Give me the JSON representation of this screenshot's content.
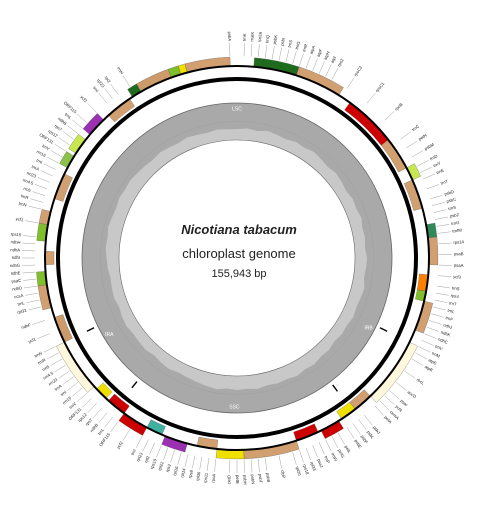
{
  "diagram": {
    "species": "Nicotiana tabacum",
    "subtitle": "chloroplast genome",
    "size": "155,943 bp",
    "region_labels": [
      {
        "text": "LSC",
        "angle": 0
      },
      {
        "text": "IRB",
        "angle": 118
      },
      {
        "text": "SSC",
        "angle": 181
      },
      {
        "text": "IRA",
        "angle": 239
      }
    ],
    "colors": {
      "photosystem_i": "#7fbf2a",
      "photosystem_ii": "#1e6b1e",
      "cytochrome": "#8bc34a",
      "atp_synthase": "#c8e650",
      "nadh": "#f0e000",
      "rubisco": "#2e8b57",
      "rna_polymerase": "#cc0000",
      "ribosomal_ssu": "#e8c99a",
      "ribosomal_lsu": "#cd9b6a",
      "clpP_matK": "#ff7f00",
      "other": "#3cb371",
      "hypothetical": "#8fbc8f",
      "trna": "#4a4a4a",
      "rrna": "#c00000",
      "intergenic": "#d2a070",
      "irs": "#fff8dc",
      "purple": "#9b30b0",
      "teal": "#40b0a0",
      "gc_dark": "#808080",
      "gc_light": "#c8c8c8"
    },
    "gene_blocks": [
      {
        "start": -30,
        "end": -20,
        "color": "#cd9b6a",
        "dir": "out"
      },
      {
        "start": -20,
        "end": -17,
        "color": "#7fbf2a",
        "dir": "out"
      },
      {
        "start": -17,
        "end": -15,
        "color": "#f0e000",
        "dir": "out"
      },
      {
        "start": -15,
        "end": -2,
        "color": "#d2a070",
        "dir": "out"
      },
      {
        "start": 5,
        "end": 18,
        "color": "#1e6b1e",
        "dir": "out"
      },
      {
        "start": 18,
        "end": 32,
        "color": "#d2a070",
        "dir": "out"
      },
      {
        "start": 36,
        "end": 52,
        "color": "#cc0000",
        "dir": "in"
      },
      {
        "start": 52,
        "end": 62,
        "color": "#d2a070",
        "dir": "in"
      },
      {
        "start": 62,
        "end": 66,
        "color": "#c8e650",
        "dir": "out"
      },
      {
        "start": 66,
        "end": 75,
        "color": "#d2a070",
        "dir": "in"
      },
      {
        "start": 80,
        "end": 84,
        "color": "#2e8b57",
        "dir": "out"
      },
      {
        "start": 84,
        "end": 92,
        "color": "#d2a070",
        "dir": "out"
      },
      {
        "start": 95,
        "end": 100,
        "color": "#ff7f00",
        "dir": "in"
      },
      {
        "start": 100,
        "end": 103,
        "color": "#7fbf2a",
        "dir": "in"
      },
      {
        "start": 103,
        "end": 112,
        "color": "#d2a070",
        "dir": "out"
      },
      {
        "start": 116,
        "end": 136,
        "color": "#fff8dc",
        "dir": "out"
      },
      {
        "start": 136,
        "end": 142,
        "color": "#d2a070",
        "dir": "in"
      },
      {
        "start": 142,
        "end": 147,
        "color": "#f0e000",
        "dir": "in"
      },
      {
        "start": 148,
        "end": 154,
        "color": "#cc0000",
        "dir": "out"
      },
      {
        "start": 155,
        "end": 162,
        "color": "#cc0000",
        "dir": "in"
      },
      {
        "start": 162,
        "end": 178,
        "color": "#d2a070",
        "dir": "out"
      },
      {
        "start": 178,
        "end": 186,
        "color": "#f0e000",
        "dir": "out"
      },
      {
        "start": 186,
        "end": 192,
        "color": "#d2a070",
        "dir": "in"
      },
      {
        "start": 195,
        "end": 202,
        "color": "#9b30b0",
        "dir": "out"
      },
      {
        "start": 203,
        "end": 208,
        "color": "#40b0a0",
        "dir": "in"
      },
      {
        "start": 208,
        "end": 216,
        "color": "#cc0000",
        "dir": "out"
      },
      {
        "start": 216,
        "end": 222,
        "color": "#cc0000",
        "dir": "in"
      },
      {
        "start": 223,
        "end": 227,
        "color": "#f0e000",
        "dir": "in"
      },
      {
        "start": 228,
        "end": 244,
        "color": "#fff8dc",
        "dir": "out"
      },
      {
        "start": 244,
        "end": 252,
        "color": "#cd9b6a",
        "dir": "in"
      },
      {
        "start": 255,
        "end": 262,
        "color": "#d2a070",
        "dir": "out"
      },
      {
        "start": 262,
        "end": 266,
        "color": "#7fbf2a",
        "dir": "out"
      },
      {
        "start": 268,
        "end": 272,
        "color": "#d2a070",
        "dir": "in"
      },
      {
        "start": 275,
        "end": 280,
        "color": "#7fbf2a",
        "dir": "out"
      },
      {
        "start": 280,
        "end": 284,
        "color": "#d2a070",
        "dir": "out"
      },
      {
        "start": 288,
        "end": 296,
        "color": "#d2a070",
        "dir": "in"
      },
      {
        "start": 298,
        "end": 302,
        "color": "#8bc34a",
        "dir": "out"
      },
      {
        "start": 303,
        "end": 308,
        "color": "#c8e650",
        "dir": "out"
      },
      {
        "start": 310,
        "end": 316,
        "color": "#9b30b0",
        "dir": "out"
      },
      {
        "start": 318,
        "end": 326,
        "color": "#d2a070",
        "dir": "in"
      },
      {
        "start": 327,
        "end": 330,
        "color": "#1e6b1e",
        "dir": "out"
      }
    ],
    "gene_labels": [
      {
        "text": "psbA",
        "angle": -2
      },
      {
        "text": "trnK",
        "angle": 2
      },
      {
        "text": "matK",
        "angle": 4
      },
      {
        "text": "rps16",
        "angle": 6
      },
      {
        "text": "trnQ",
        "angle": 8
      },
      {
        "text": "psbK",
        "angle": 10
      },
      {
        "text": "psbI",
        "angle": 12
      },
      {
        "text": "trnS",
        "angle": 14
      },
      {
        "text": "trnG",
        "angle": 16
      },
      {
        "text": "trnR",
        "angle": 18
      },
      {
        "text": "atpA",
        "angle": 20
      },
      {
        "text": "atpF",
        "angle": 22
      },
      {
        "text": "atpH",
        "angle": 24
      },
      {
        "text": "atpI",
        "angle": 26
      },
      {
        "text": "rps2",
        "angle": 28
      },
      {
        "text": "rpoC2",
        "angle": 33
      },
      {
        "text": "rpoC1",
        "angle": 40
      },
      {
        "text": "rpoB",
        "angle": 47
      },
      {
        "text": "trnC",
        "angle": 54
      },
      {
        "text": "petN",
        "angle": 57
      },
      {
        "text": "psbM",
        "angle": 60
      },
      {
        "text": "trnD",
        "angle": 63
      },
      {
        "text": "trnY",
        "angle": 65
      },
      {
        "text": "trnE",
        "angle": 67
      },
      {
        "text": "trnT",
        "angle": 70
      },
      {
        "text": "psbD",
        "angle": 73
      },
      {
        "text": "psbC",
        "angle": 75
      },
      {
        "text": "trnS",
        "angle": 77
      },
      {
        "text": "psbZ",
        "angle": 79
      },
      {
        "text": "trnG",
        "angle": 81
      },
      {
        "text": "trnfM",
        "angle": 83
      },
      {
        "text": "rps14",
        "angle": 86
      },
      {
        "text": "psaB",
        "angle": 89
      },
      {
        "text": "psaA",
        "angle": 92
      },
      {
        "text": "ycf3",
        "angle": 95
      },
      {
        "text": "trnS",
        "angle": 98
      },
      {
        "text": "rps4",
        "angle": 100
      },
      {
        "text": "trnT",
        "angle": 102
      },
      {
        "text": "trnL",
        "angle": 104
      },
      {
        "text": "trnF",
        "angle": 106
      },
      {
        "text": "ndhJ",
        "angle": 108
      },
      {
        "text": "ndhK",
        "angle": 110
      },
      {
        "text": "ndhC",
        "angle": 112
      },
      {
        "text": "trnV",
        "angle": 114
      },
      {
        "text": "trnM",
        "angle": 116
      },
      {
        "text": "atpE",
        "angle": 118
      },
      {
        "text": "atpB",
        "angle": 120
      },
      {
        "text": "rbcL",
        "angle": 124
      },
      {
        "text": "accD",
        "angle": 128
      },
      {
        "text": "psaI",
        "angle": 131
      },
      {
        "text": "ycf4",
        "angle": 133
      },
      {
        "text": "cemA",
        "angle": 135
      },
      {
        "text": "petA",
        "angle": 137
      },
      {
        "text": "psbJ",
        "angle": 141
      },
      {
        "text": "psbL",
        "angle": 143
      },
      {
        "text": "psbF",
        "angle": 145
      },
      {
        "text": "psbE",
        "angle": 147
      },
      {
        "text": "petL",
        "angle": 150
      },
      {
        "text": "petG",
        "angle": 152
      },
      {
        "text": "trnW",
        "angle": 154
      },
      {
        "text": "trnP",
        "angle": 156
      },
      {
        "text": "psaJ",
        "angle": 158
      },
      {
        "text": "rpl33",
        "angle": 160
      },
      {
        "text": "rps18",
        "angle": 162
      },
      {
        "text": "rpl20",
        "angle": 164
      },
      {
        "text": "clpP",
        "angle": 168
      },
      {
        "text": "psbB",
        "angle": 172
      },
      {
        "text": "psbT",
        "angle": 174
      },
      {
        "text": "psbN",
        "angle": 176
      },
      {
        "text": "psbH",
        "angle": 178
      },
      {
        "text": "petB",
        "angle": 180
      },
      {
        "text": "petD",
        "angle": 182
      },
      {
        "text": "rpoA",
        "angle": 186
      },
      {
        "text": "rps11",
        "angle": 188
      },
      {
        "text": "rpl36",
        "angle": 190
      },
      {
        "text": "rps8",
        "angle": 192
      },
      {
        "text": "rpl14",
        "angle": 194
      },
      {
        "text": "rpl16",
        "angle": 196
      },
      {
        "text": "rps3",
        "angle": 198
      },
      {
        "text": "rpl22",
        "angle": 200
      },
      {
        "text": "rps19",
        "angle": 202
      },
      {
        "text": "rpl2",
        "angle": 204
      },
      {
        "text": "rpl23",
        "angle": 206
      },
      {
        "text": "trnI",
        "angle": 208
      },
      {
        "text": "ycf2",
        "angle": 212
      },
      {
        "text": "ORF115",
        "angle": 216
      },
      {
        "text": "trnL",
        "angle": 218
      },
      {
        "text": "ndhB",
        "angle": 220
      },
      {
        "text": "rps7",
        "angle": 222
      },
      {
        "text": "rps12",
        "angle": 224
      },
      {
        "text": "ORF131",
        "angle": 226
      },
      {
        "text": "trnV",
        "angle": 228
      },
      {
        "text": "rrn16",
        "angle": 230
      },
      {
        "text": "trnI",
        "angle": 232
      },
      {
        "text": "trnA",
        "angle": 234
      },
      {
        "text": "rrn23",
        "angle": 236
      },
      {
        "text": "rrn4.5",
        "angle": 238
      },
      {
        "text": "rrn5",
        "angle": 240
      },
      {
        "text": "trnR",
        "angle": 242
      },
      {
        "text": "trnN",
        "angle": 244
      },
      {
        "text": "ycf1",
        "angle": 248
      },
      {
        "text": "ndhF",
        "angle": 252
      },
      {
        "text": "rpl32",
        "angle": 256
      },
      {
        "text": "trnL",
        "angle": 258
      },
      {
        "text": "ccsA",
        "angle": 260
      },
      {
        "text": "ndhD",
        "angle": 262
      },
      {
        "text": "psaC",
        "angle": 264
      },
      {
        "text": "ndhE",
        "angle": 266
      },
      {
        "text": "ndhG",
        "angle": 268
      },
      {
        "text": "ndhI",
        "angle": 270
      },
      {
        "text": "ndhA",
        "angle": 272
      },
      {
        "text": "ndhH",
        "angle": 274
      },
      {
        "text": "rps15",
        "angle": 276
      },
      {
        "text": "ycf1",
        "angle": 280
      },
      {
        "text": "trnN",
        "angle": 284
      },
      {
        "text": "trnR",
        "angle": 286
      },
      {
        "text": "rrn5",
        "angle": 288
      },
      {
        "text": "rrn4.5",
        "angle": 290
      },
      {
        "text": "rrn23",
        "angle": 292
      },
      {
        "text": "trnA",
        "angle": 294
      },
      {
        "text": "trnI",
        "angle": 296
      },
      {
        "text": "rrn16",
        "angle": 298
      },
      {
        "text": "trnV",
        "angle": 300
      },
      {
        "text": "ORF131",
        "angle": 302
      },
      {
        "text": "rps12",
        "angle": 304
      },
      {
        "text": "rps7",
        "angle": 306
      },
      {
        "text": "ndhB",
        "angle": 308
      },
      {
        "text": "trnL",
        "angle": 310
      },
      {
        "text": "ORF115",
        "angle": 312
      },
      {
        "text": "ycf2",
        "angle": 316
      },
      {
        "text": "trnI",
        "angle": 320
      },
      {
        "text": "rpl23",
        "angle": 322
      },
      {
        "text": "rpl2",
        "angle": 324
      },
      {
        "text": "trnH",
        "angle": 328
      }
    ],
    "gc_profile": [
      0.42,
      0.46,
      0.41,
      0.49,
      0.44,
      0.4,
      0.47,
      0.43,
      0.5,
      0.45,
      0.41,
      0.48,
      0.44,
      0.39,
      0.46,
      0.43,
      0.49,
      0.42,
      0.45,
      0.4,
      0.47,
      0.44,
      0.41,
      0.5,
      0.46,
      0.43,
      0.48,
      0.42,
      0.45,
      0.39,
      0.47,
      0.44,
      0.52,
      0.48,
      0.55,
      0.5,
      0.53,
      0.49,
      0.56,
      0.51,
      0.54,
      0.5,
      0.57,
      0.52,
      0.48,
      0.44,
      0.41,
      0.47,
      0.43,
      0.38,
      0.45,
      0.42,
      0.4,
      0.46,
      0.43,
      0.37,
      0.44,
      0.41,
      0.39,
      0.45,
      0.48,
      0.53,
      0.5,
      0.56,
      0.52,
      0.49,
      0.55,
      0.51,
      0.54,
      0.5,
      0.47,
      0.44,
      0.49,
      0.45,
      0.42,
      0.48,
      0.44,
      0.41,
      0.46,
      0.43
    ]
  }
}
